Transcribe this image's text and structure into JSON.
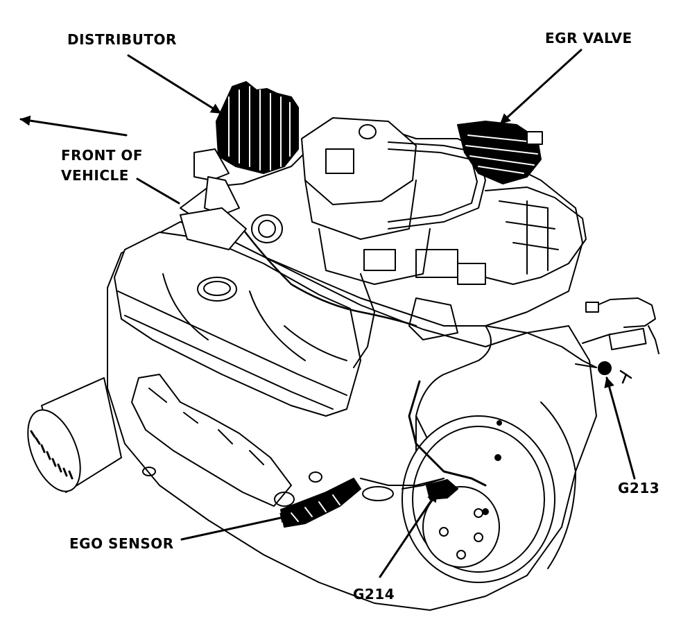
{
  "labels": {
    "distributor": "DISTRIBUTOR",
    "egr_valve": "EGR VALVE",
    "front_line1": "FRONT OF",
    "front_line2": "VEHICLE",
    "ego_sensor": "EGO SENSOR",
    "g214": "G214",
    "g213": "G213"
  },
  "colors": {
    "ink": "#000000",
    "paper": "#ffffff"
  }
}
